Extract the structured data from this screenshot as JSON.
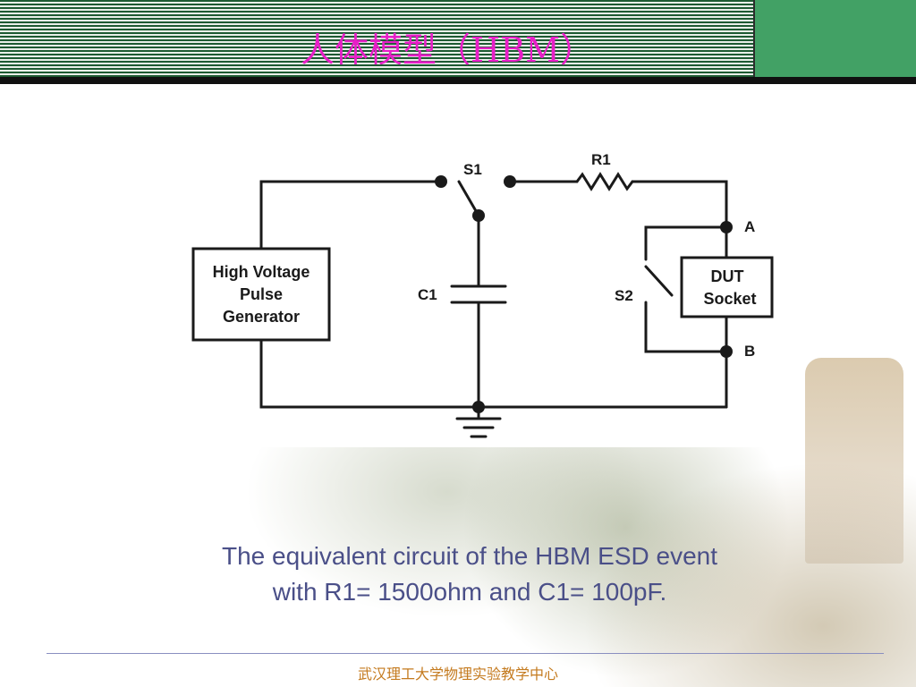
{
  "slide": {
    "title": "人体模型（HBM）",
    "footer": "武汉理工大学物理实验教学中心"
  },
  "diagram": {
    "generator_label": [
      "High Voltage",
      "Pulse",
      "Generator"
    ],
    "dut_label": [
      "DUT",
      "Socket"
    ],
    "s1_label": "S1",
    "s2_label": "S2",
    "r1_label": "R1",
    "c1_label": "C1",
    "node_a_label": "A",
    "node_b_label": "B"
  },
  "caption": {
    "line1": "The equivalent circuit of the HBM ESD event",
    "line2": "with R1= 1500ohm and C1= 100pF."
  },
  "colors": {
    "title": "#e81ec8",
    "caption": "#4a4f88",
    "footer": "#c47a1e",
    "header_green": "#42a165"
  }
}
